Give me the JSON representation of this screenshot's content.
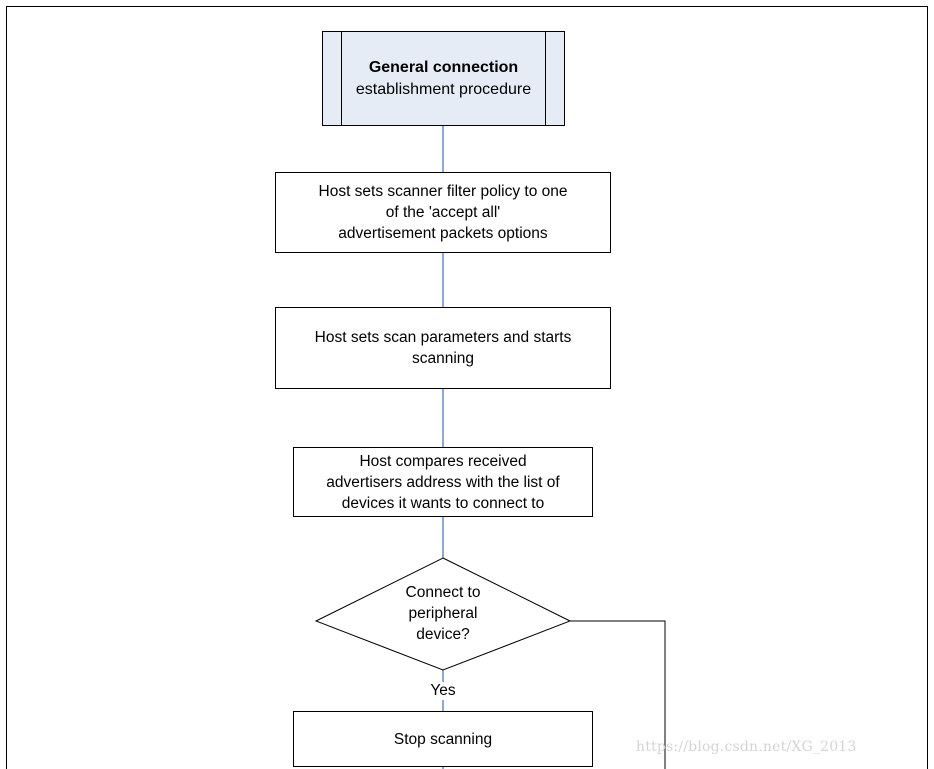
{
  "flowchart": {
    "start": {
      "title": "General connection",
      "subtitle": "establishment procedure"
    },
    "steps": [
      {
        "id": "filter",
        "text": "Host sets scanner filter policy to one\nof the 'accept all'\nadvertisement packets options"
      },
      {
        "id": "scan",
        "text": "Host sets scan parameters and starts\nscanning"
      },
      {
        "id": "compare",
        "text": "Host compares received\nadvertisers address with the list of\ndevices it wants to connect to"
      }
    ],
    "decision": {
      "text": "Connect to\nperipheral\ndevice?",
      "yes_label": "Yes"
    },
    "end_step": {
      "text": "Stop scanning"
    }
  },
  "watermark": "https://blog.csdn.net/XG_2013",
  "colors": {
    "connector": "#4a7ac8",
    "start_fill": "#e6ecf6",
    "border": "#000000"
  }
}
